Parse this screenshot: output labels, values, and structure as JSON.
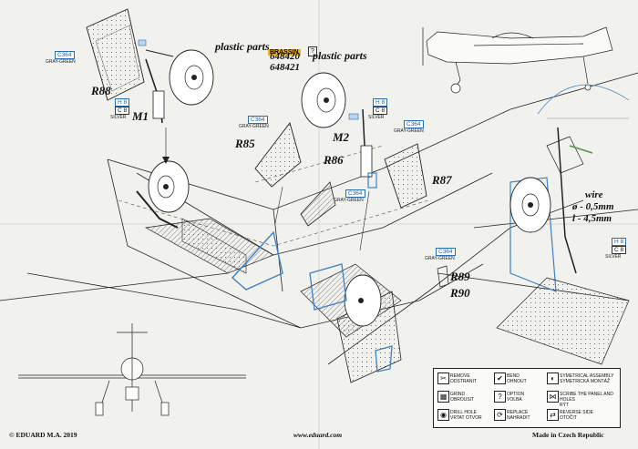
{
  "callouts": {
    "plastic_parts_1": "plastic parts",
    "plastic_parts_2": "plastic parts",
    "brassin": "BRASSIN",
    "codes_1": "648420",
    "codes_2": "648421",
    "q_mark": "?"
  },
  "parts": {
    "r88": "R88",
    "m1": "M1",
    "r85": "R85",
    "r86": "R86",
    "m2": "M2",
    "r87": "R87",
    "r89": "R89",
    "r90": "R90"
  },
  "paints": {
    "c364": "C364",
    "gray_green": "GRAY-GREEN",
    "h8": "H 8",
    "c8": "C 8",
    "silver": "SILVER"
  },
  "wire": {
    "label": "wire",
    "diameter": "ø - 0,5mm",
    "length": "l - 4,5mm"
  },
  "legend": {
    "remove": [
      "REMOVE",
      "ODSTRANIT"
    ],
    "bend": [
      "BEND",
      "OHNOUT"
    ],
    "symmetrical": [
      "SYMETRICAL ASSEMBLY",
      "SYMETRICKÁ MONTÁŽ"
    ],
    "grind": [
      "GRIND",
      "OBROUSIT"
    ],
    "option": [
      "OPTION",
      "VOLBA"
    ],
    "scribe": [
      "SCRIBE THE PANEL AND HOLES",
      "RÝT"
    ],
    "drill": [
      "DRILL HOLE",
      "VRTAT OTVOR"
    ],
    "replace": [
      "REPLACE",
      "NAHRADIT"
    ],
    "reverse": [
      "REVERSE SIDE",
      "OTOČIT"
    ]
  },
  "footer": {
    "left": "© EDUARD  M.A. 2019",
    "center": "www.eduard.com",
    "right": "Made in Czech Republic"
  }
}
